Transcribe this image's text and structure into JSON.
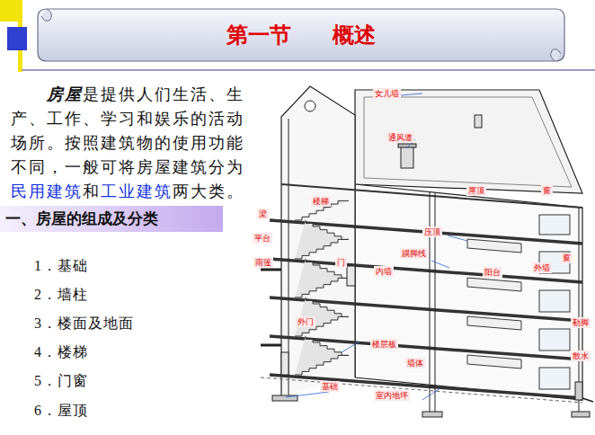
{
  "diagram": {
    "title": "第一节 概述",
    "nodes": [
      {
        "text": [
          "一、房屋的组成及分类"
        ]
      }
    ],
    "labels": [
      "房屋",
      "是提供人们生活、生产、工作、学习和娱乐的活动场所。按照建筑物的使用功能不同，一般可将房屋建筑分为",
      "民用建筑",
      "和",
      "工业建筑",
      "两大类。",
      "1．基础",
      "2．墙柱",
      "3．楼面及地面",
      "4．楼梯",
      "5．门窗",
      "6．屋顶",
      "女儿墙",
      "通风道",
      "屋顶",
      "窗",
      "楼梯",
      "梁",
      "平台",
      "压顶",
      "踢脚线",
      "雨篷",
      "门",
      "内墙",
      "阳台",
      "外墙",
      "窗",
      "外门",
      "勒脚",
      "楼层板",
      "墙体",
      "散水",
      "基础",
      "室内地坪"
    ]
  }
}
